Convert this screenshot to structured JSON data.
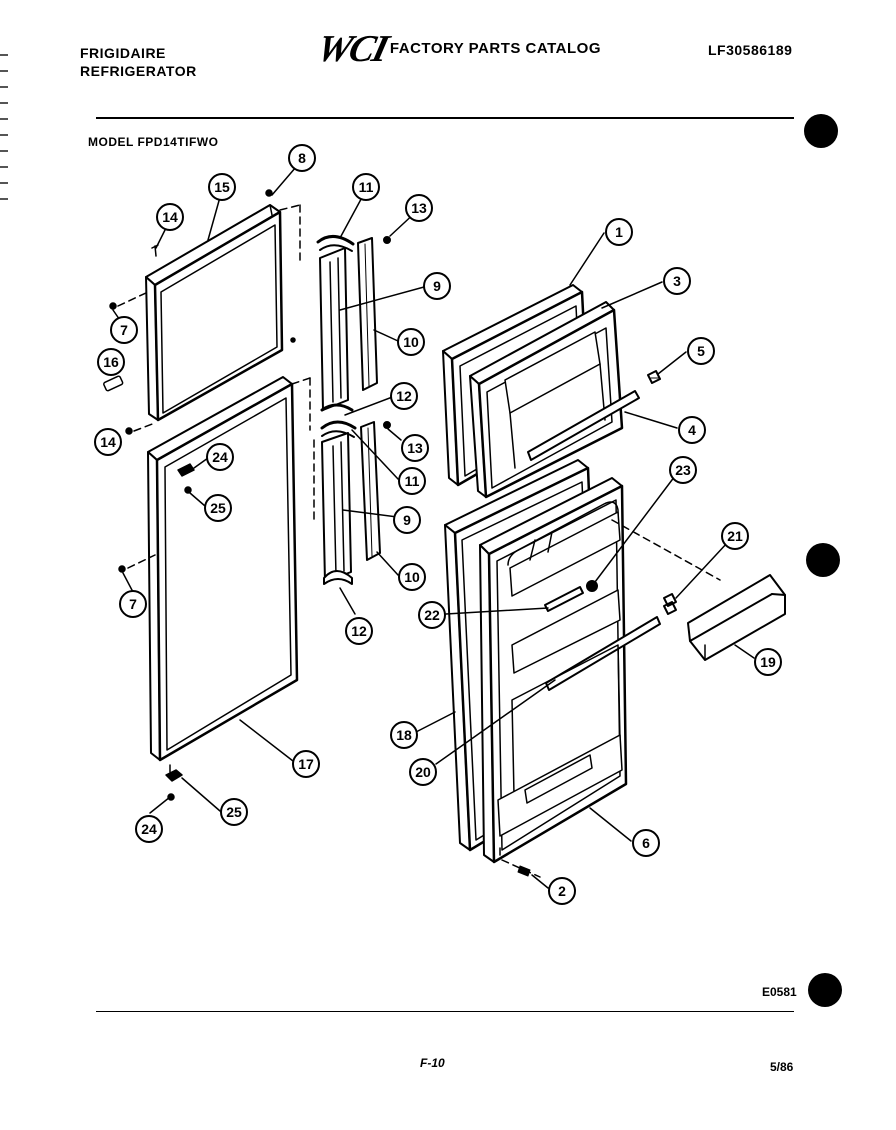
{
  "header": {
    "brand_line1": "FRIGIDAIRE",
    "brand_line2": "REFRIGERATOR",
    "logo": "WCI",
    "catalog_title": "FACTORY PARTS CATALOG",
    "publication_number": "LF30586189",
    "model_label": "MODEL FPD14TIFWO"
  },
  "footer": {
    "drawing_number": "E0581",
    "page_number": "F-10",
    "date": "5/86"
  },
  "callouts": [
    "8",
    "15",
    "14",
    "11",
    "13",
    "9",
    "10",
    "7",
    "16",
    "12",
    "14",
    "24",
    "25",
    "13",
    "11",
    "9",
    "10",
    "7",
    "12",
    "17",
    "24",
    "25",
    "1",
    "3",
    "5",
    "4",
    "23",
    "21",
    "22",
    "19",
    "18",
    "20",
    "6",
    "2"
  ]
}
